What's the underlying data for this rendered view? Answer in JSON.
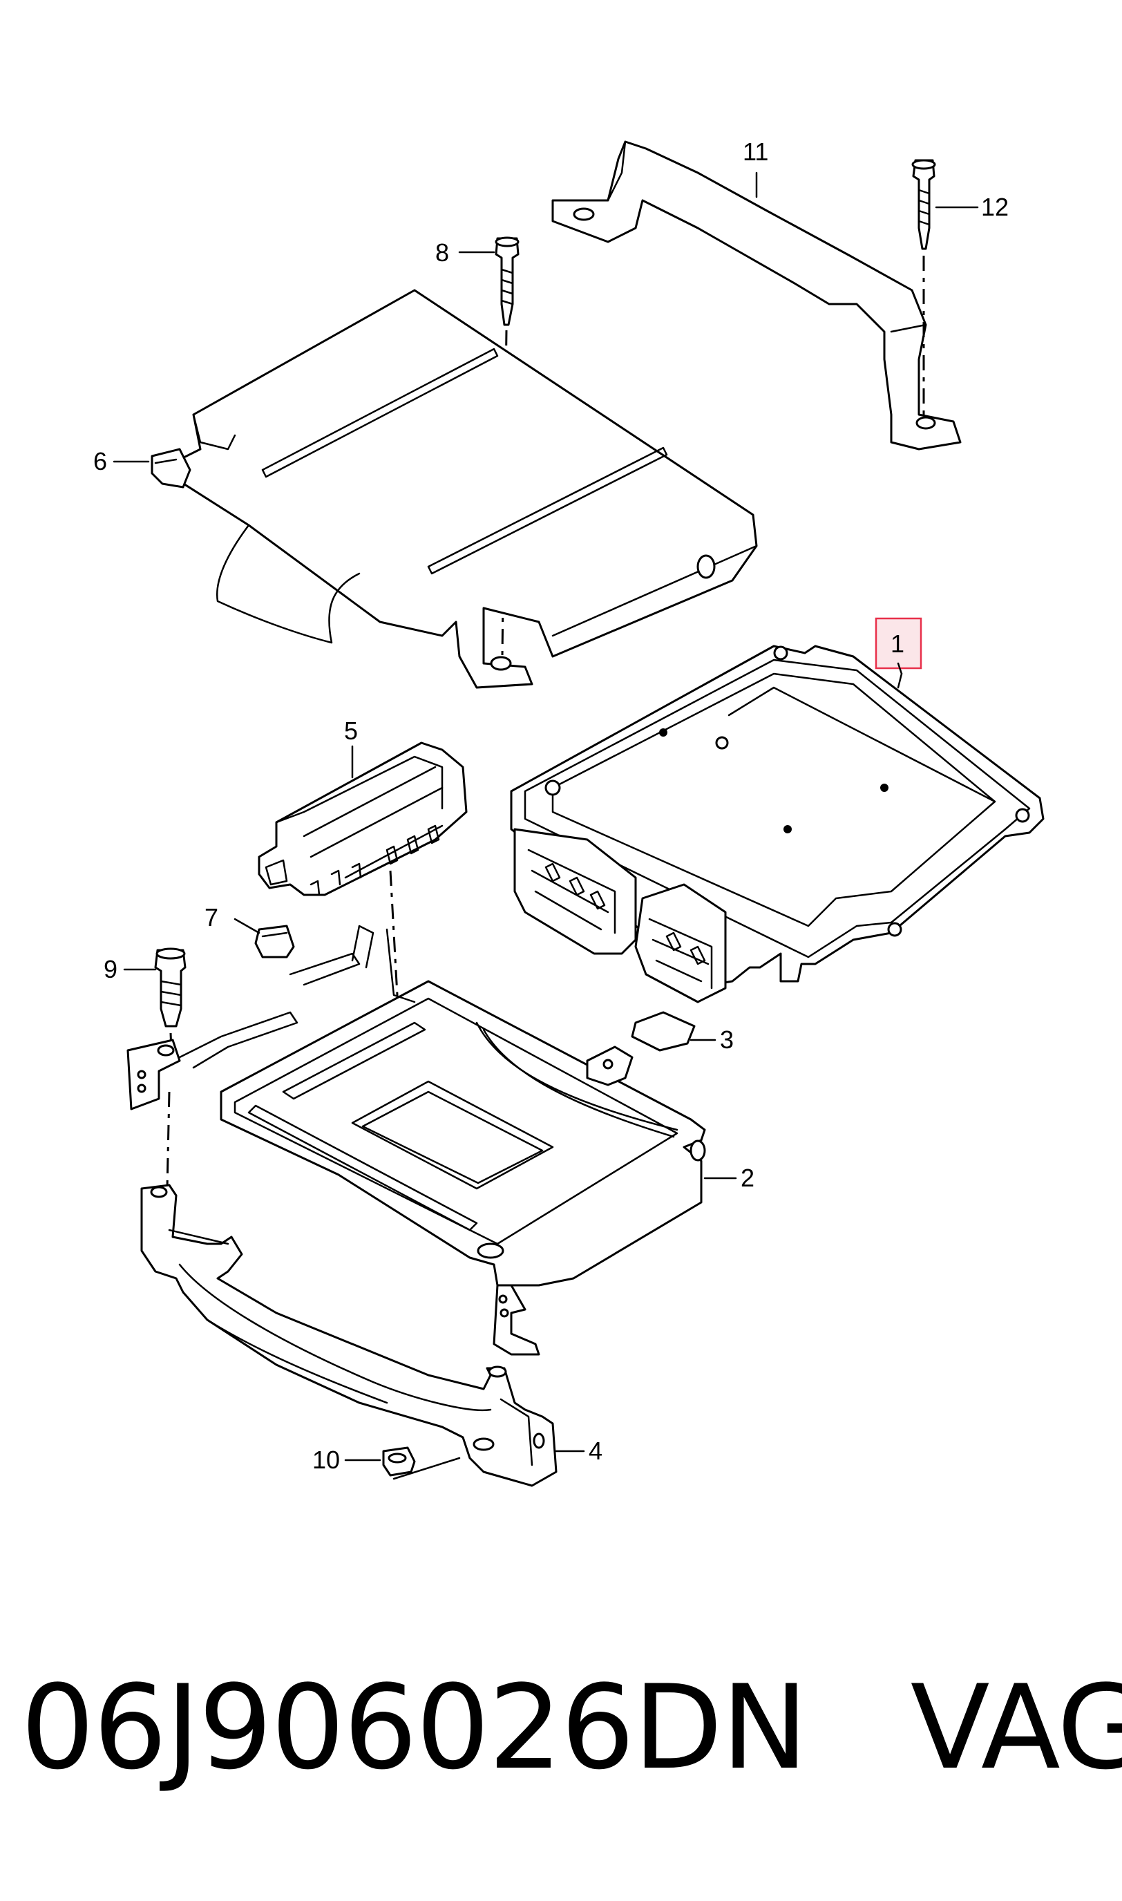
{
  "diagram": {
    "callouts": {
      "c1": "1",
      "c2": "2",
      "c3": "3",
      "c4": "4",
      "c5": "5",
      "c6": "6",
      "c7": "7",
      "c8": "8",
      "c9": "9",
      "c10": "10",
      "c11": "11",
      "c12": "12"
    },
    "highlight_color": "#e8304a"
  },
  "footer": {
    "part_number": "06J906026DN",
    "brand": "VAG"
  }
}
